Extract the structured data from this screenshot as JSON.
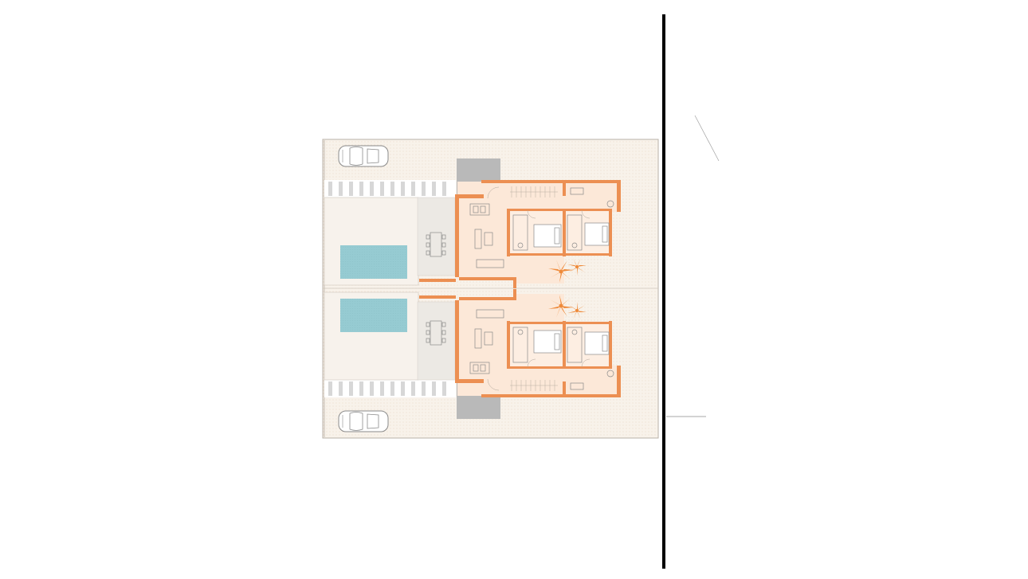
{
  "drawing": {
    "type": "floor-plan",
    "units": 2,
    "mirrored_about_horizontal_axis": true,
    "colors": {
      "background": "#ffffff",
      "plot_fill": "#f8f2ea",
      "plot_outline": "#b9b1a8",
      "interior_fill": "#fce8d8",
      "wall": "#ec8f52",
      "pool": "#96cbd2",
      "parking_pad": "#b9b9b9",
      "terrace": "#ece9e4",
      "furniture": "#8a8a8a",
      "palm": "#ee8a3a",
      "boundary_line": "#000000"
    },
    "icons": [
      "car-icon",
      "palm-tree-icon",
      "bed-icon",
      "dining-table-icon",
      "sofa-icon",
      "kitchen-counter-icon"
    ],
    "elements_per_unit": [
      "car",
      "zebra-paving",
      "pool",
      "terrace-dining",
      "living-room",
      "bedroom",
      "bedroom",
      "bathroom",
      "bathroom",
      "stair",
      "palm-trees"
    ]
  }
}
